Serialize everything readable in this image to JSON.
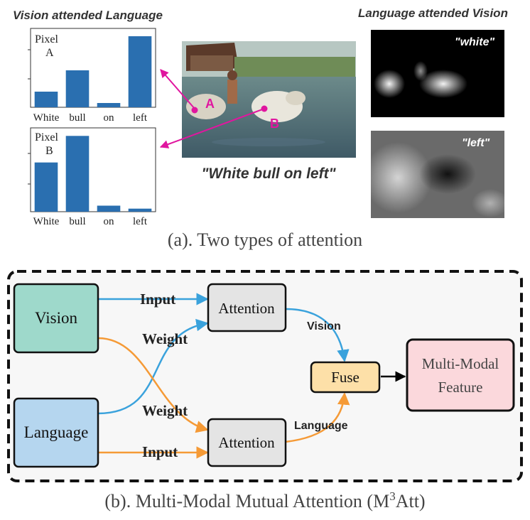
{
  "part_a": {
    "left_heading": "Vision attended Language",
    "right_heading": "Language attended Vision",
    "caption": "(a). Two types of attention",
    "sentence": "\"White bull on left\"",
    "point_a": "A",
    "point_b": "B",
    "attn_map_white": "\"white\"",
    "attn_map_left": "\"left\""
  },
  "chart_data": [
    {
      "type": "bar",
      "title_line1": "Pixel",
      "title_line2": "A",
      "categories": [
        "White",
        "bull",
        "on",
        "left"
      ],
      "values": [
        0.22,
        0.52,
        0.06,
        1.0
      ],
      "ylim": [
        0,
        1.05
      ],
      "color": "#2a6fb0"
    },
    {
      "type": "bar",
      "title_line1": "Pixel",
      "title_line2": "B",
      "categories": [
        "White",
        "bull",
        "on",
        "left"
      ],
      "values": [
        0.65,
        1.0,
        0.08,
        0.04
      ],
      "ylim": [
        0,
        1.05
      ],
      "color": "#2a6fb0"
    }
  ],
  "part_b": {
    "caption_prefix": "(b). Multi-Modal Mutual Attention (M",
    "caption_sup": "3",
    "caption_suffix": "Att)",
    "vision_box": "Vision",
    "language_box": "Language",
    "attention_top": "Attention",
    "attention_bottom": "Attention",
    "fuse_box": "Fuse",
    "output_line1": "Multi-Modal",
    "output_line2": "Feature",
    "label_input_top": "Input",
    "label_weight_top": "Weight",
    "label_weight_bottom": "Weight",
    "label_input_bottom": "Input",
    "label_vision": "Vision",
    "label_language": "Language"
  },
  "colors": {
    "vision_fill": "#9ed9cb",
    "language_fill": "#b5d6ef",
    "attention_fill": "#e4e4e4",
    "fuse_fill": "#fde0a8",
    "output_fill": "#fbd8dc",
    "blue_arrow": "#3aa2dc",
    "orange_arrow": "#f59a36",
    "magenta": "#e0169f",
    "bar": "#2a6fb0"
  }
}
